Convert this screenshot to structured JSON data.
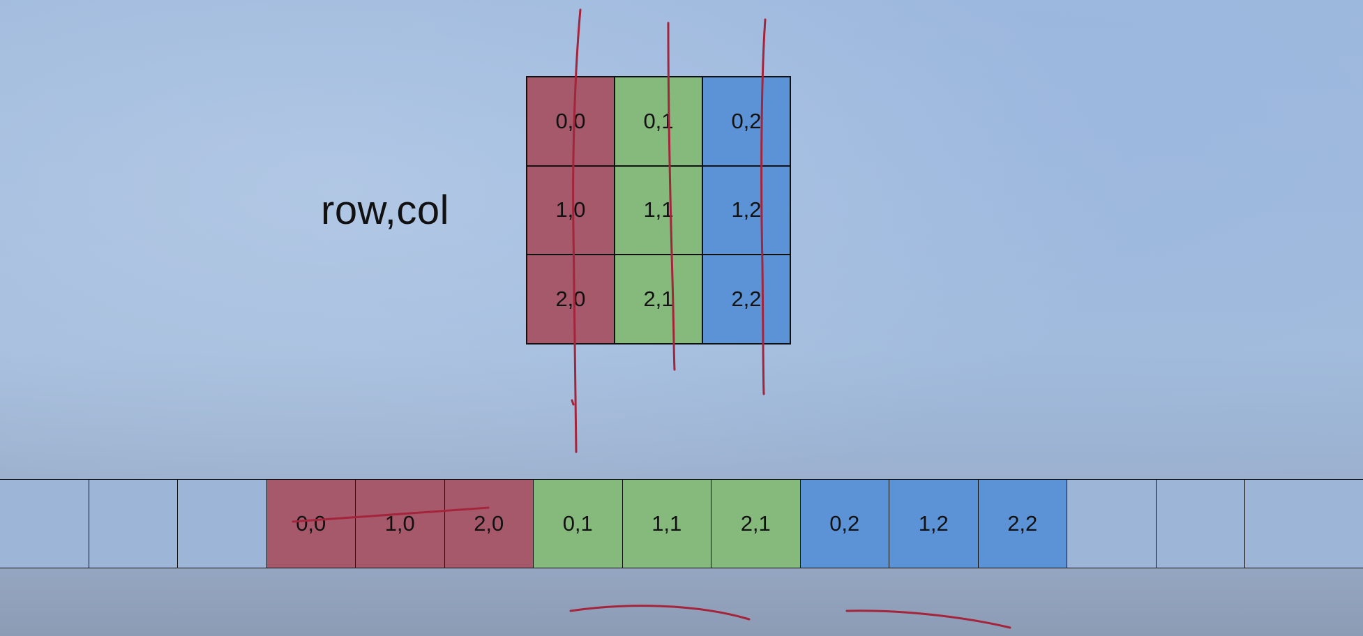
{
  "caption": "row,col",
  "colors": {
    "col0": "#a5596b",
    "col1": "#86b97c",
    "col2": "#5b93d6",
    "empty": "#9db5d6",
    "ink": "#a3243b"
  },
  "grid": {
    "rows": [
      [
        {
          "label": "0,0",
          "col": 0
        },
        {
          "label": "0,1",
          "col": 1
        },
        {
          "label": "0,2",
          "col": 2
        }
      ],
      [
        {
          "label": "1,0",
          "col": 0
        },
        {
          "label": "1,1",
          "col": 1
        },
        {
          "label": "1,2",
          "col": 2
        }
      ],
      [
        {
          "label": "2,0",
          "col": 0
        },
        {
          "label": "2,1",
          "col": 1
        },
        {
          "label": "2,2",
          "col": 2
        }
      ]
    ]
  },
  "strip": {
    "cells": [
      {
        "label": "",
        "col": null
      },
      {
        "label": "",
        "col": null
      },
      {
        "label": "",
        "col": null
      },
      {
        "label": "0,0",
        "col": 0
      },
      {
        "label": "1,0",
        "col": 0
      },
      {
        "label": "2,0",
        "col": 0
      },
      {
        "label": "0,1",
        "col": 1
      },
      {
        "label": "1,1",
        "col": 1
      },
      {
        "label": "2,1",
        "col": 1
      },
      {
        "label": "0,2",
        "col": 2
      },
      {
        "label": "1,2",
        "col": 2
      },
      {
        "label": "2,2",
        "col": 2
      },
      {
        "label": "",
        "col": null
      },
      {
        "label": "",
        "col": null
      },
      {
        "label": "",
        "col": null
      }
    ]
  }
}
